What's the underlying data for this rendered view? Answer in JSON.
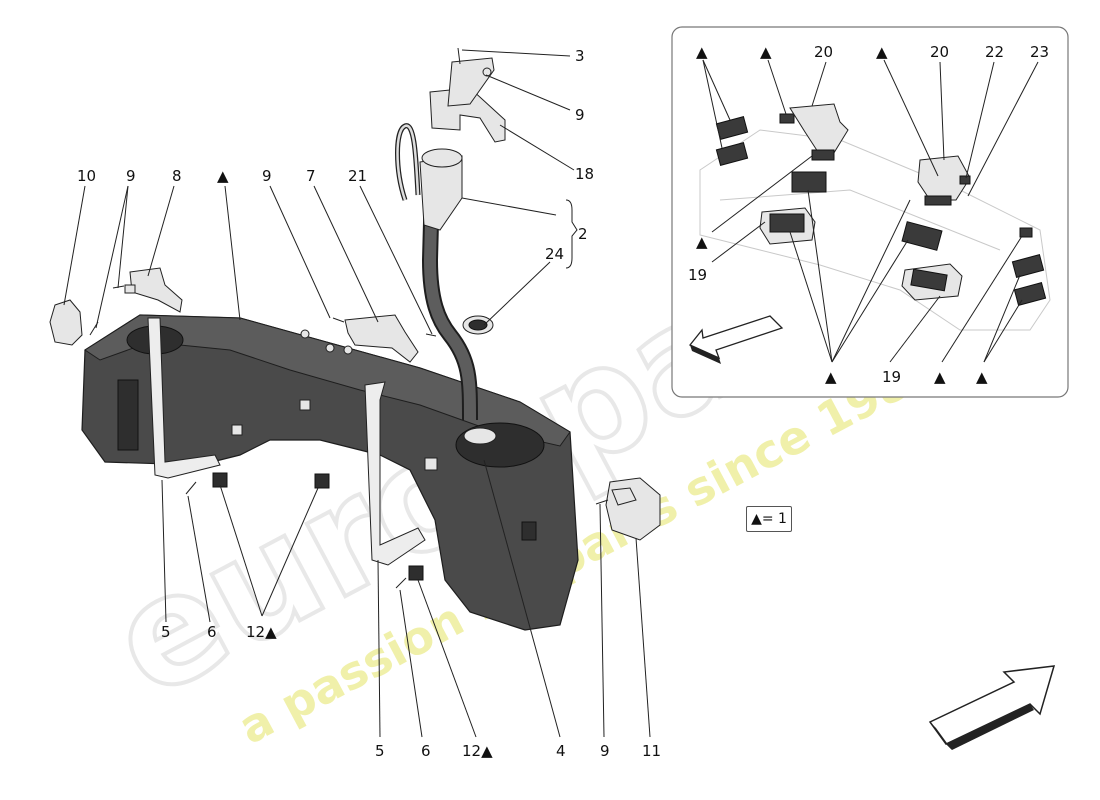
{
  "callouts": {
    "c1": "3",
    "c2": "9",
    "c3": "18",
    "c4": "2",
    "c5": "24",
    "c6": "10",
    "c7": "9",
    "c8": "8",
    "c9": "▲",
    "c10": "9",
    "c11": "7",
    "c12": "21",
    "c13": "5",
    "c14": "6",
    "c15": "12▲",
    "c16": "5",
    "c17": "6",
    "c18": "12▲",
    "c19": "4",
    "c20": "9",
    "c21": "11"
  },
  "inset": {
    "t1": "▲",
    "t2": "▲",
    "t3": "20",
    "t4": "▲",
    "t5": "20",
    "t6": "22",
    "t7": "23",
    "m1": "▲",
    "m2": "19",
    "b1": "▲",
    "b2": "19",
    "b3": "▲",
    "b4": "▲"
  },
  "legend": {
    "text": "▲= 1"
  },
  "watermark": {
    "logo": "eurospares",
    "tagline": "a passion for parts since 1985"
  },
  "colors": {
    "tank": "#4a4a4a",
    "parts": "#e6e6e6",
    "watermark": "#ecec9a",
    "inset_border": "#777777"
  },
  "icons": {
    "arrow_large": "outline-arrow-upper-right",
    "arrow_inset": "outline-arrow-lower-left"
  }
}
